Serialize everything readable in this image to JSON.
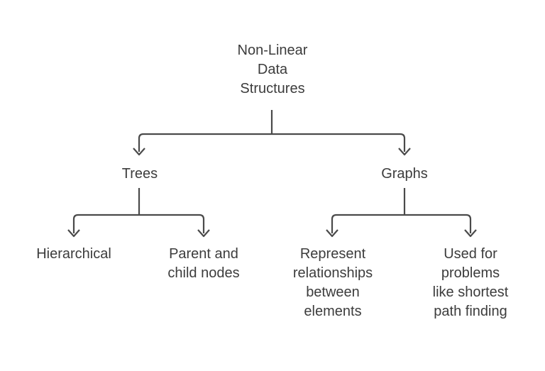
{
  "diagram": {
    "title": "Non-Linear Data Structures",
    "background_color": "#ffffff",
    "text_color": "#3c3c3c",
    "line_color": "#4a4a4a",
    "root": {
      "label": "Non-Linear\nData\nStructures"
    },
    "branches": [
      {
        "label": "Trees",
        "children": [
          {
            "label": "Hierarchical"
          },
          {
            "label": "Parent and\nchild nodes"
          }
        ]
      },
      {
        "label": "Graphs",
        "children": [
          {
            "label": "Represent\nrelationships\nbetween\nelements"
          },
          {
            "label": "Used for\nproblems\nlike shortest\npath finding"
          }
        ]
      }
    ]
  }
}
